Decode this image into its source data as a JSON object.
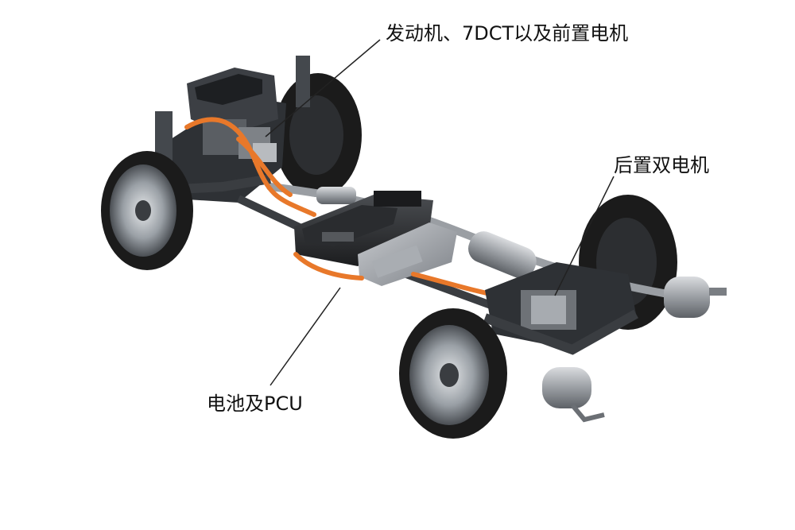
{
  "labels": {
    "engine": "发动机、7DCT以及前置电机",
    "rear_motors": "后置双电机",
    "battery": "电池及PCU"
  },
  "colors": {
    "background": "#ffffff",
    "text": "#111111",
    "hv_cable": "#e8782a",
    "tire": "#1b1b1b",
    "metal": "#8e9297",
    "dark_metal": "#3a3d41"
  }
}
